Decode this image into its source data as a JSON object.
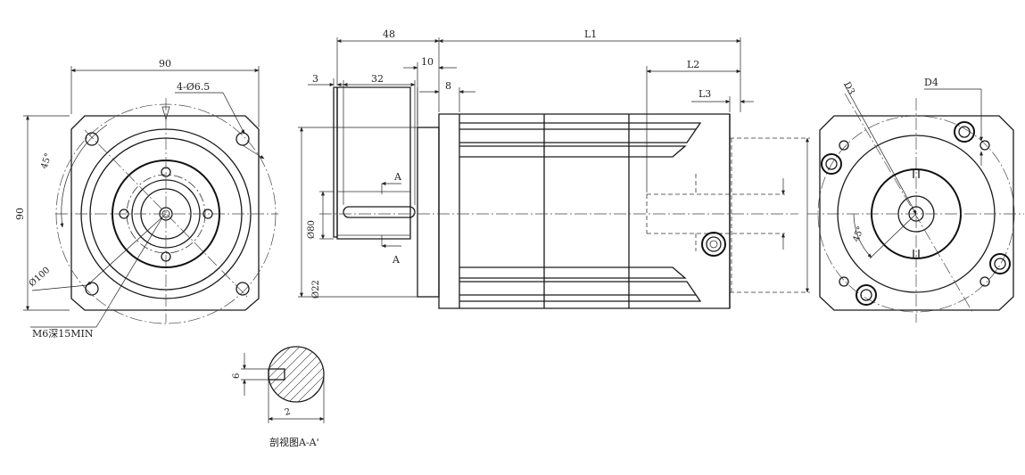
{
  "front_view": {
    "dim_width": "90",
    "dim_height": "90",
    "hole_callout": "4-Ø6.5",
    "angle": "45°",
    "pcd": "Ø100",
    "thread_callout": "M6深15MIN"
  },
  "side_view": {
    "dim_48": "48",
    "dim_L1": "L1",
    "dim_10": "10",
    "dim_L2": "L2",
    "dim_3": "3",
    "dim_32": "32",
    "dim_8": "8",
    "dim_L3": "L3",
    "section_mark_top": "A",
    "section_mark_bottom": "A",
    "dia_80": "Ø80",
    "dia_22": "Ø22"
  },
  "rear_view": {
    "dim_D3": "D3",
    "dim_D4": "D4",
    "angle": "45°"
  },
  "section_view": {
    "dim_6": "6",
    "dim_bottom": "2",
    "caption": "剖视图A-A'"
  }
}
